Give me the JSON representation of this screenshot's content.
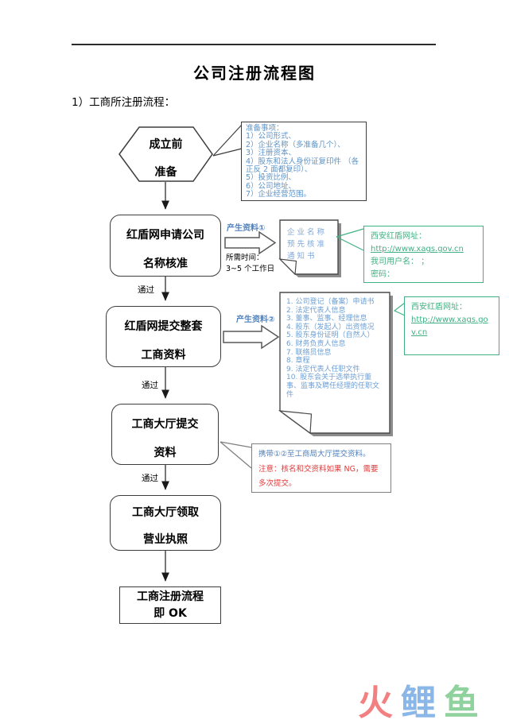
{
  "page": {
    "title": "公司注册流程图",
    "section": "1）工商所注册流程："
  },
  "flow": {
    "pass": "通过",
    "start": [
      "成立前",
      "准备"
    ],
    "step1": [
      "红盾网申请公司",
      "名称核准"
    ],
    "step2": [
      "红盾网提交整套",
      "工商资料"
    ],
    "step3": [
      "工商大厅提交",
      "资料"
    ],
    "step4": [
      "工商大厅领取",
      "营业执照"
    ],
    "end": [
      "工商注册流程",
      "即 OK"
    ]
  },
  "labels": {
    "output1": "产生资料①",
    "time_title": "所需时间：",
    "time_value": "3~5 个工作日",
    "output2": "产生资料②"
  },
  "notes": {
    "prepare": {
      "title": "准备事项：",
      "items": [
        "1）公司形式、",
        "2）企业名称（多准备几个）、",
        "3）注册资本、",
        "4）股东和法人身份证复印件 （各正反 2 面都复印）、",
        "5）投资比例、",
        "6）公司地址、",
        "7）企业经营范围。"
      ]
    },
    "doc1": [
      "企业名称",
      "预先核准",
      "通知书"
    ],
    "doc2": [
      "1. 公司登记（备案）申请书",
      "2. 法定代表人信息",
      "3. 董事、监事、经理信息",
      "4. 股东（发起人）出资情况",
      "5. 股东身份证明（自然人）",
      "6. 财务负责人信息",
      "7. 联络员信息",
      "8. 章程",
      "9. 法定代表人任职文件",
      "10. 股东会关于选举执行董事、监事及聘任经理的任职文件"
    ],
    "green1": {
      "heading": "西安红盾网址：",
      "link": "http://www.xags.gov.cn",
      "account": "我司用户名：  ；",
      "password": "密码："
    },
    "green2": {
      "heading": "西安红盾网址：",
      "link": "http://www.xags.gov.cn"
    },
    "callout": {
      "blue": "携带①②至工商局大厅提交资料。",
      "red": "注意：核名和交资料如果 NG，需要多次提交。"
    }
  },
  "watermark": {
    "char1": "火",
    "char2": "鲤",
    "char3": "鱼"
  },
  "colors": {
    "label_blue": "#4f81bd",
    "note_blue": "#5b93c8",
    "doc_blue": "#7fa8dc",
    "green": "#42b184",
    "red": "#e23b3b",
    "shape_border": "#3d3d3d",
    "shadow_gray": "#8c8c8c",
    "watermark_red": "#f28080",
    "watermark_blue": "#8ab7e8",
    "watermark_green": "#90d29e"
  }
}
